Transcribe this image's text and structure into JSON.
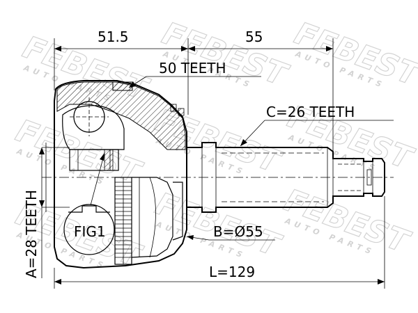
{
  "dimensions": {
    "left_length": "51.5",
    "right_length": "55",
    "total_length": "L=129",
    "outer_teeth": "50 TEETH",
    "shaft_teeth": "C=26 TEETH",
    "bore_teeth": "A=28 TEETH",
    "diameter": "B=Ø55"
  },
  "callout": {
    "label": "FIG1"
  },
  "watermark": {
    "brand": "FEBEST",
    "tagline": "AUTO PARTS"
  }
}
